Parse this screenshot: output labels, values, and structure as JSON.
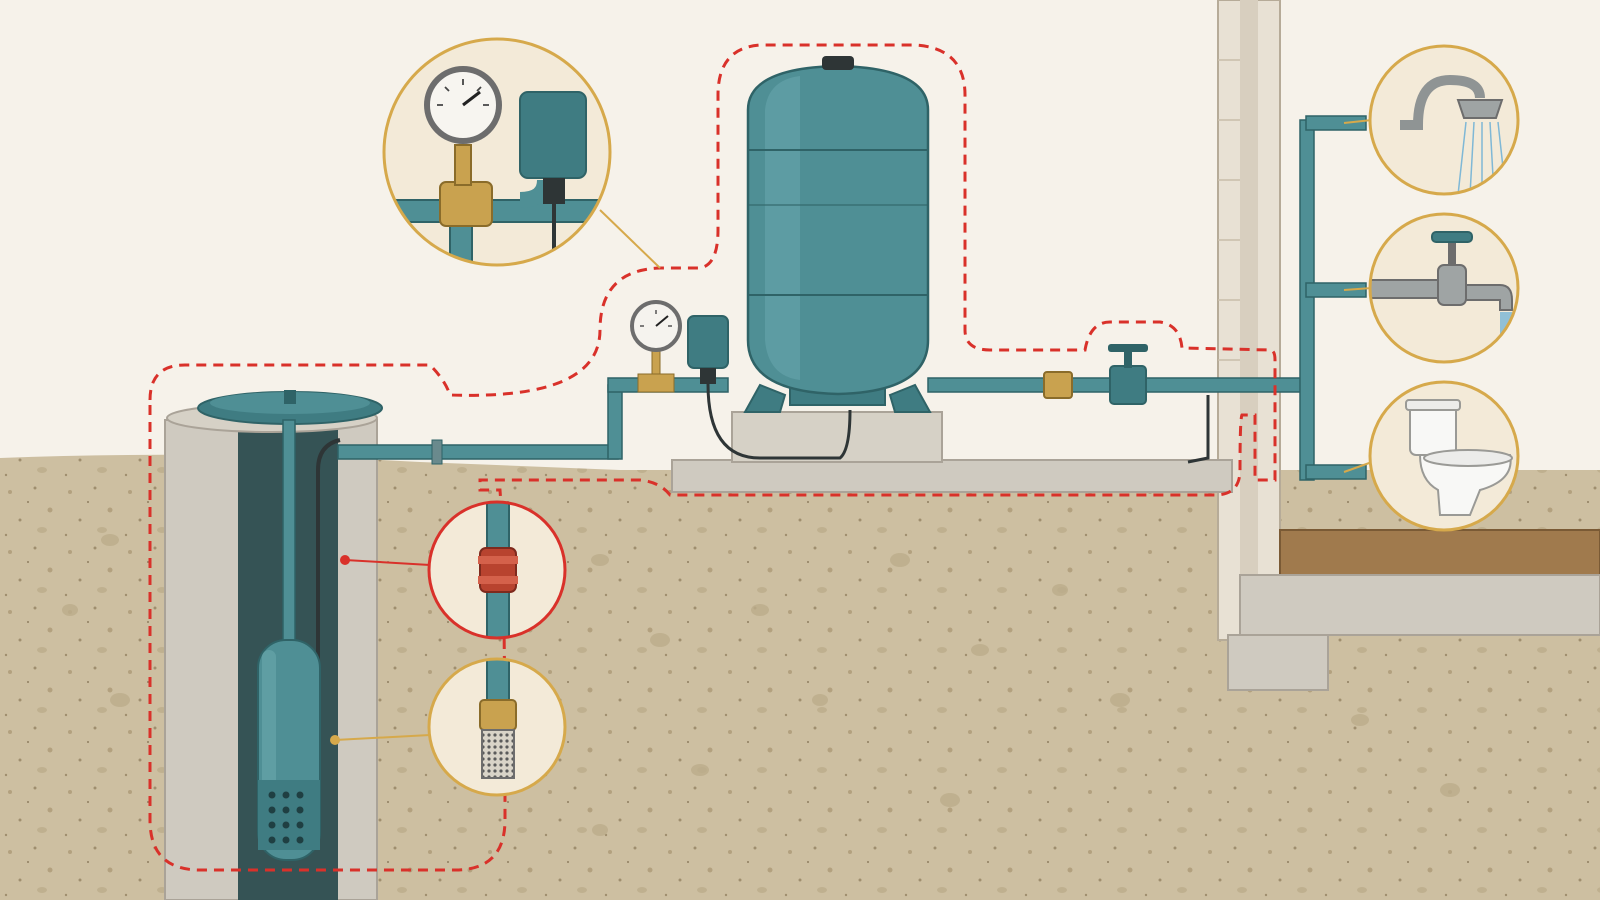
{
  "diagram": {
    "colors": {
      "background": "#f6f2ea",
      "soil": "#cdbfa1",
      "soil_dark": "#b3a17f",
      "concrete": "#cfcac0",
      "pipe": "#4f8f95",
      "pipe_dark": "#2f6367",
      "tank": "#4f8f95",
      "brass": "#c9a24f",
      "red_dashed_outline": "#d9312a",
      "callout_ring": "#d6a94b",
      "check_valve": "#b8432f",
      "wood": "#a07a4d",
      "water_spray": "#7fb8d6"
    },
    "components": [
      {
        "id": "well-casing",
        "icon": "well-casing-icon"
      },
      {
        "id": "submersible-pump",
        "icon": "submersible-pump-icon"
      },
      {
        "id": "well-cap",
        "icon": "well-cap-icon"
      },
      {
        "id": "pressure-tank",
        "icon": "pressure-tank-icon"
      },
      {
        "id": "pressure-gauge",
        "icon": "pressure-gauge-icon"
      },
      {
        "id": "pressure-switch",
        "icon": "pressure-switch-icon"
      },
      {
        "id": "shutoff-valve",
        "icon": "valve-icon"
      },
      {
        "id": "union-fitting",
        "icon": "union-icon"
      },
      {
        "id": "shower-head",
        "icon": "shower-icon"
      },
      {
        "id": "faucet",
        "icon": "faucet-icon"
      },
      {
        "id": "toilet",
        "icon": "toilet-icon"
      }
    ],
    "callouts": [
      {
        "id": "gauge-switch-detail",
        "icon": "gauge-and-switch-icon"
      },
      {
        "id": "check-valve-detail",
        "icon": "check-valve-icon"
      },
      {
        "id": "foot-valve-screen-detail",
        "icon": "foot-valve-screen-icon"
      },
      {
        "id": "shower-detail",
        "icon": "shower-icon"
      },
      {
        "id": "faucet-detail",
        "icon": "faucet-icon"
      },
      {
        "id": "toilet-detail",
        "icon": "toilet-icon"
      }
    ]
  }
}
